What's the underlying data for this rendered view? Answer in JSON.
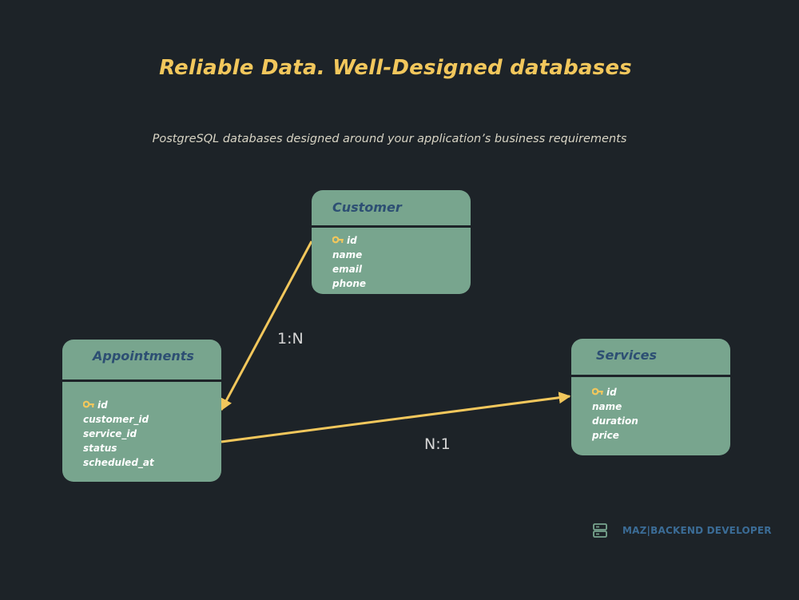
{
  "header": {
    "title": "Reliable Data. Well-Designed databases",
    "subtitle": "PostgreSQL databases designed around your application’s business requirements"
  },
  "entities": {
    "customer": {
      "name": "Customer",
      "fields": [
        "id",
        "name",
        "email",
        "phone"
      ]
    },
    "appointments": {
      "name": "Appointments",
      "fields": [
        "id",
        "customer_id",
        "service_id",
        "status",
        "scheduled_at"
      ]
    },
    "services": {
      "name": "Services",
      "fields": [
        "id",
        "name",
        "duration",
        "price"
      ]
    }
  },
  "relationships": [
    {
      "from": "customer",
      "to": "appointments",
      "label": "1:N"
    },
    {
      "from": "appointments",
      "to": "services",
      "label": "N:1"
    }
  ],
  "key_icon": "key-icon",
  "footer": {
    "icon": "database-server-icon",
    "brand": "MAZ|BACKEND DEVELOPER"
  },
  "colors": {
    "background": "#1d2328",
    "title": "#f2c75c",
    "entity_fill": "#78a58e",
    "entity_title": "#2d4f73",
    "connector": "#f2c75c",
    "brand": "#3b6c96"
  }
}
